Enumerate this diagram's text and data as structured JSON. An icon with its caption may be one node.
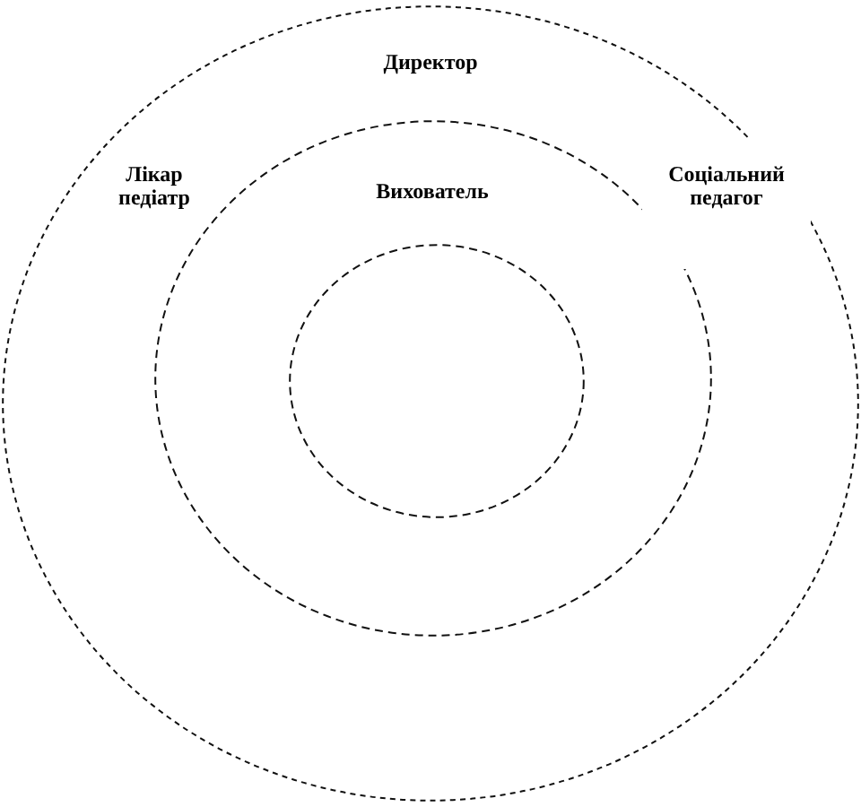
{
  "diagram": {
    "nodes": [
      {
        "text": [
          "Директор"
        ]
      },
      {
        "text": [
          "Вихователь"
        ],
        "in": 0
      },
      {
        "text": [],
        "shape": "circle",
        "in": 1
      }
    ],
    "labels": [
      "Лікар педіатр",
      "Соціальний педагог"
    ]
  }
}
